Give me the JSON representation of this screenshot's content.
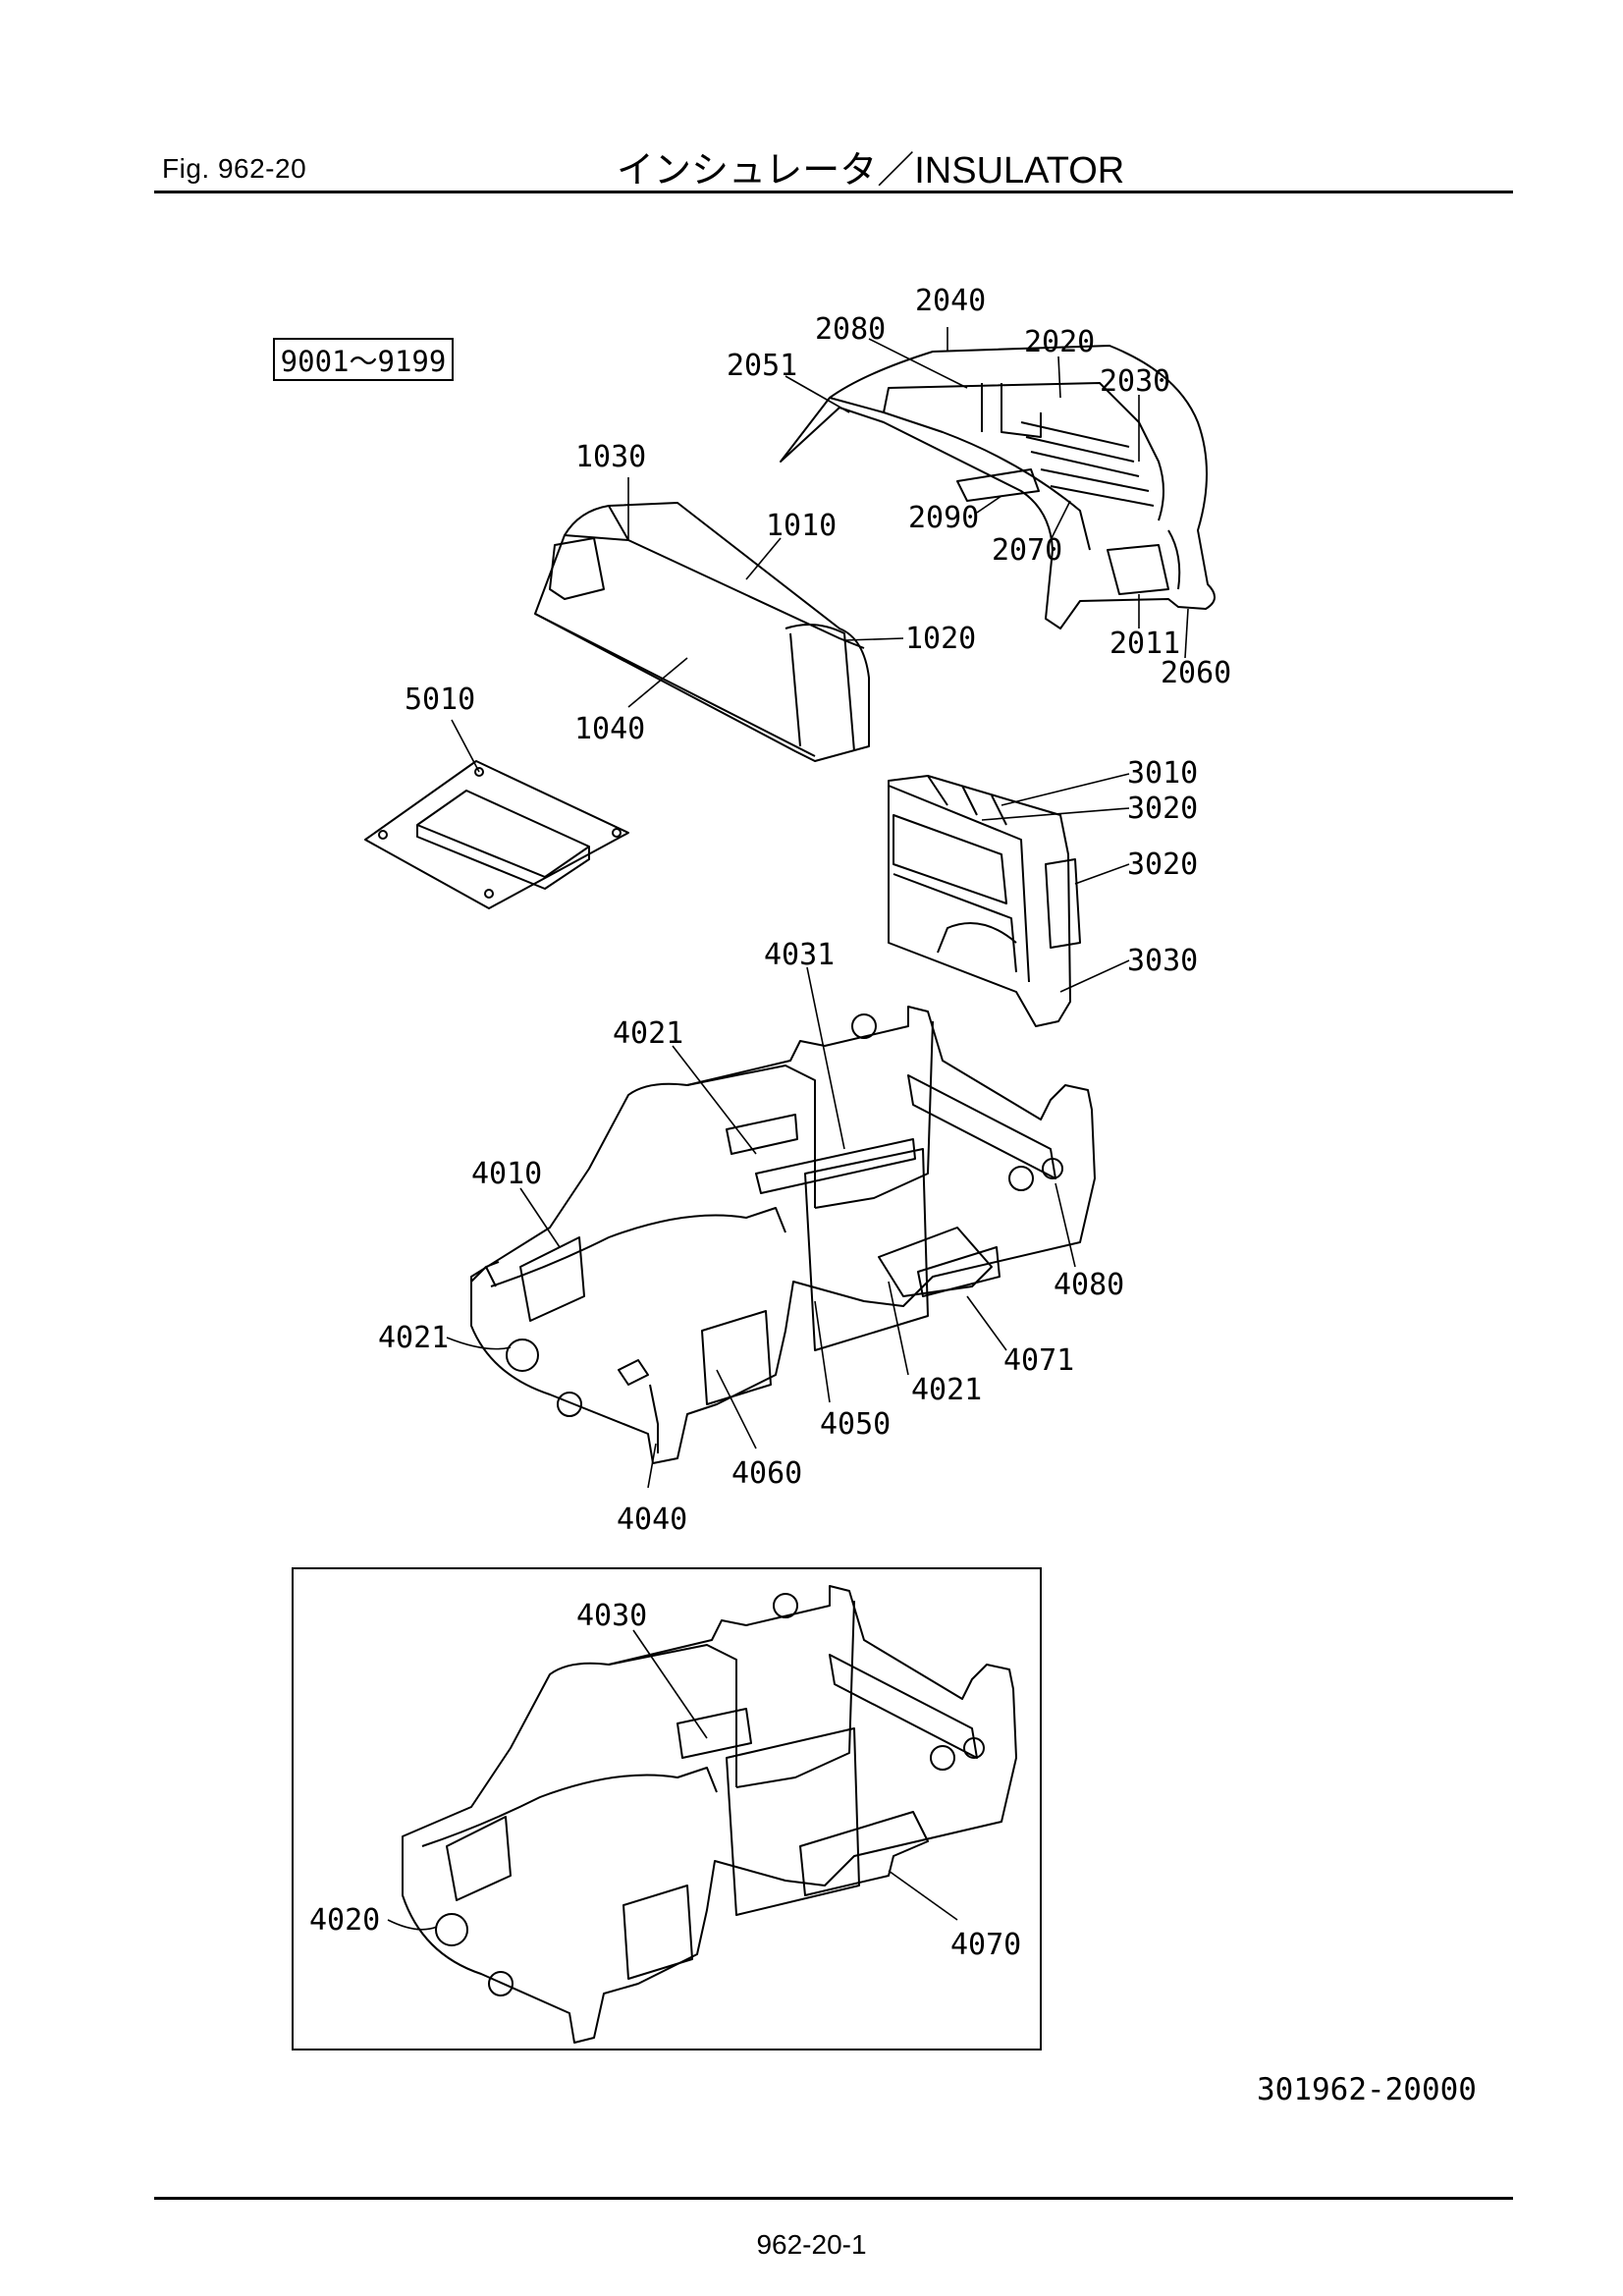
{
  "header": {
    "fig_label": "Fig.  962-20",
    "title": "インシュレータ／INSULATOR"
  },
  "serial_range": "9001～9199",
  "callouts": {
    "c2040": "2040",
    "c2080": "2080",
    "c2020": "2020",
    "c2051": "2051",
    "c2030": "2030",
    "c2090": "2090",
    "c2070": "2070",
    "c2011": "2011",
    "c2060": "2060",
    "c1030": "1030",
    "c1010": "1010",
    "c1020": "1020",
    "c1040": "1040",
    "c5010": "5010",
    "c3010": "3010",
    "c3020a": "3020",
    "c3020b": "3020",
    "c3030": "3030",
    "c4031": "4031",
    "c4021a": "4021",
    "c4010": "4010",
    "c4080": "4080",
    "c4021b": "4021",
    "c4071": "4071",
    "c4021c": "4021",
    "c4050": "4050",
    "c4060": "4060",
    "c4040": "4040",
    "c4030": "4030",
    "c4020": "4020",
    "c4070": "4070"
  },
  "doc_number": "301962-20000",
  "page_number": "962-20-1"
}
